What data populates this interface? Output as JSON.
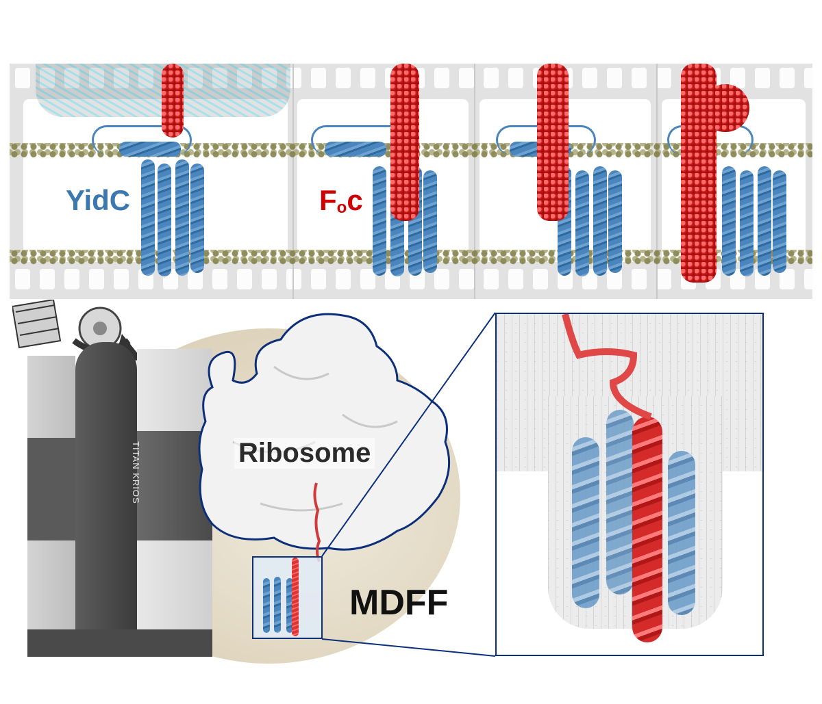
{
  "figure": {
    "panels": {
      "md_film_strip": {
        "frames": 4,
        "labels": {
          "protein": "YidC",
          "substrate_main": "F",
          "substrate_sub": "o",
          "substrate_tail": "c"
        }
      },
      "cryo_em": {
        "instrument_label": "TITAN KRIOS",
        "map_label": "Ribosome",
        "method_label": "MDFF"
      }
    },
    "colors": {
      "yidc_blue": "#3b78b0",
      "foc_red": "#d00000",
      "outline_navy": "#0b2f7a",
      "membrane_olive": "#7d7a40"
    }
  }
}
